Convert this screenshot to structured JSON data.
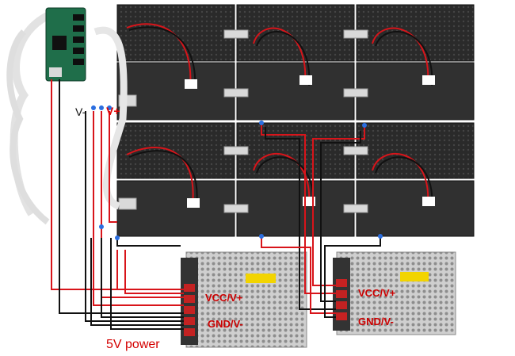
{
  "labels": {
    "v_minus": "V-",
    "v_plus": "V+",
    "psu1_vcc": "VCC/V+",
    "psu1_gnd": "GND/V-",
    "psu2_vcc": "VCC/V+",
    "psu2_gnd": "GND/V-",
    "power_caption": "5V power"
  },
  "colors": {
    "wire_positive": "#d8141a",
    "wire_negative": "#111111",
    "panel_body": "#2b2b2b",
    "psu_body": "#c9c9c9",
    "controller_board": "#1f6e4a"
  }
}
